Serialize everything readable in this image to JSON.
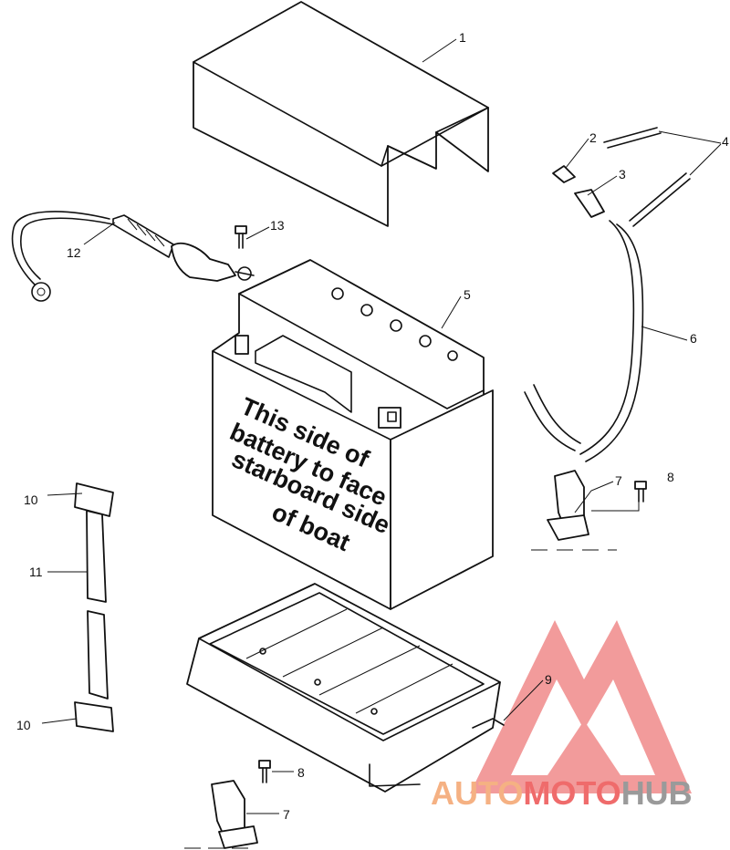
{
  "diagram": {
    "battery_label_lines": [
      "This side of",
      "battery to face",
      "starboard side",
      "of boat"
    ],
    "callouts": [
      {
        "id": "c1",
        "text": "1"
      },
      {
        "id": "c2",
        "text": "2"
      },
      {
        "id": "c3",
        "text": "3"
      },
      {
        "id": "c4",
        "text": "4"
      },
      {
        "id": "c5",
        "text": "5"
      },
      {
        "id": "c6",
        "text": "6"
      },
      {
        "id": "c7a",
        "text": "7"
      },
      {
        "id": "c8a",
        "text": "8"
      },
      {
        "id": "c9",
        "text": "9"
      },
      {
        "id": "c10a",
        "text": "10"
      },
      {
        "id": "c11",
        "text": "11"
      },
      {
        "id": "c10b",
        "text": "10"
      },
      {
        "id": "c12",
        "text": "12"
      },
      {
        "id": "c13",
        "text": "13"
      },
      {
        "id": "c8b",
        "text": "8"
      },
      {
        "id": "c7b",
        "text": "7"
      }
    ]
  },
  "watermark": {
    "part1": "AUTO",
    "part2": "MOTO",
    "part3": "HUB",
    "colors": {
      "orange": "#f5b183",
      "red": "#ef6b6b",
      "gray": "#9a9a9a"
    }
  }
}
